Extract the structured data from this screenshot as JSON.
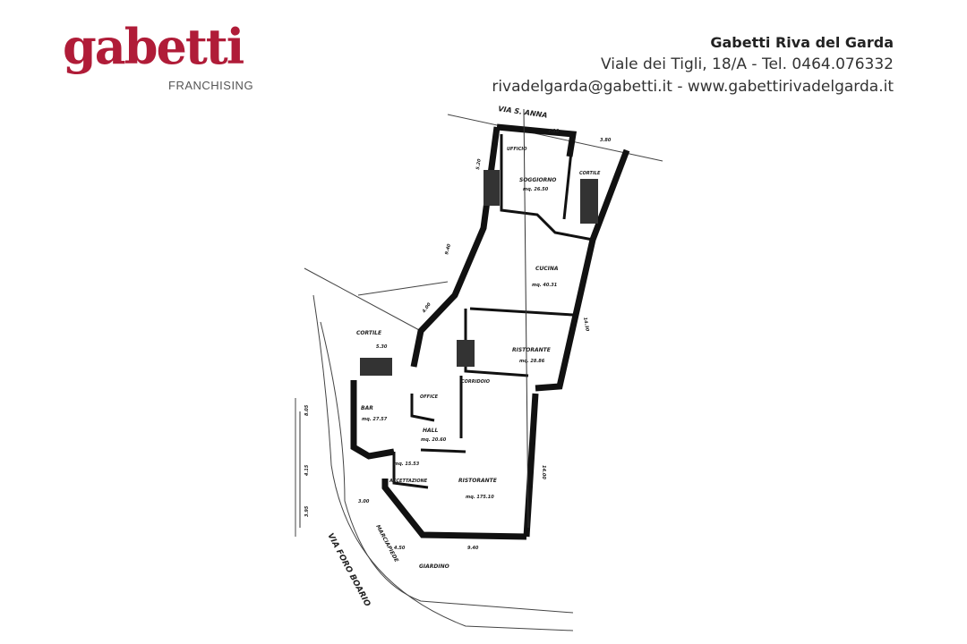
{
  "logo": {
    "brand": "gabetti",
    "tagline": "FRANCHISING",
    "color": "#b01c38"
  },
  "agency": {
    "name": "Gabetti Riva del Garda",
    "address_line": "Viale dei Tigli, 18/A - Tel. 0464.076332",
    "contact_line": "rivadelgarda@gabetti.it - www.gabettirivadelgarda.it"
  },
  "plan": {
    "streets": {
      "top": "VIA S. ANNA",
      "left": "VIA FORO BOARIO",
      "sidewalk": "MARCIAPIEDE"
    },
    "rooms": [
      {
        "name": "UFFICIO"
      },
      {
        "name": "SOGGIORNO",
        "area": "mq. 26.50"
      },
      {
        "name": "CORTILE"
      },
      {
        "name": "CUCINA",
        "area": "mq. 40.31"
      },
      {
        "name": "RISTORANTE",
        "area": "mq. 28.86"
      },
      {
        "name": "CORTILE"
      },
      {
        "name": "CORRIDOIO"
      },
      {
        "name": "OFFICE"
      },
      {
        "name": "BAR",
        "area": "mq. 27.57"
      },
      {
        "name": "HALL",
        "area": "mq. 20.60"
      },
      {
        "name": "ACCETTAZIONE",
        "area": "mq. 15.53"
      },
      {
        "name": "RISTORANTE",
        "area": "mq. 175.10"
      },
      {
        "name": "GIARDINO"
      }
    ],
    "dimensions": [
      "7.10",
      "3.80",
      "5.20",
      "9.40",
      "4.00",
      "14.30",
      "5.30",
      "8.05",
      "4.15",
      "3.95",
      "3.00",
      "14.00",
      "4.50",
      "9.40"
    ]
  }
}
